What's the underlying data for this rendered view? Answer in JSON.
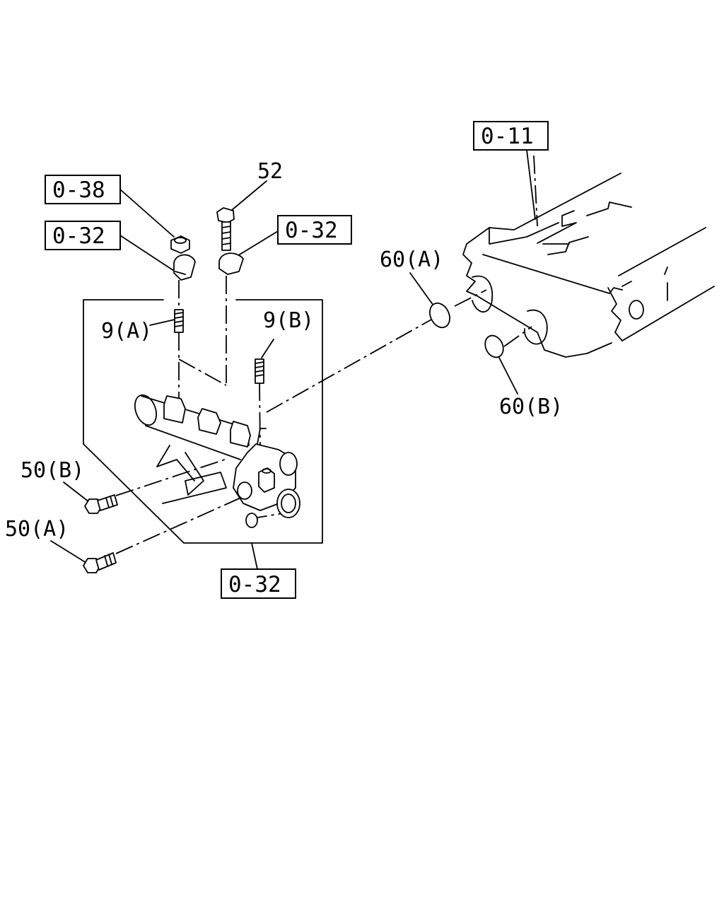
{
  "references": {
    "ref_top_right": "0-11",
    "ref_left_upper": "0-38",
    "ref_left_middle": "0-32",
    "ref_right_clamp": "0-32",
    "ref_bottom": "0-32"
  },
  "callouts": {
    "bolt_52": "52",
    "stud_9a": "9(A)",
    "stud_9b": "9(B)",
    "oring_60a": "60(A)",
    "oring_60b": "60(B)",
    "bolt_50b": "50(B)",
    "bolt_50a": "50(A)"
  }
}
